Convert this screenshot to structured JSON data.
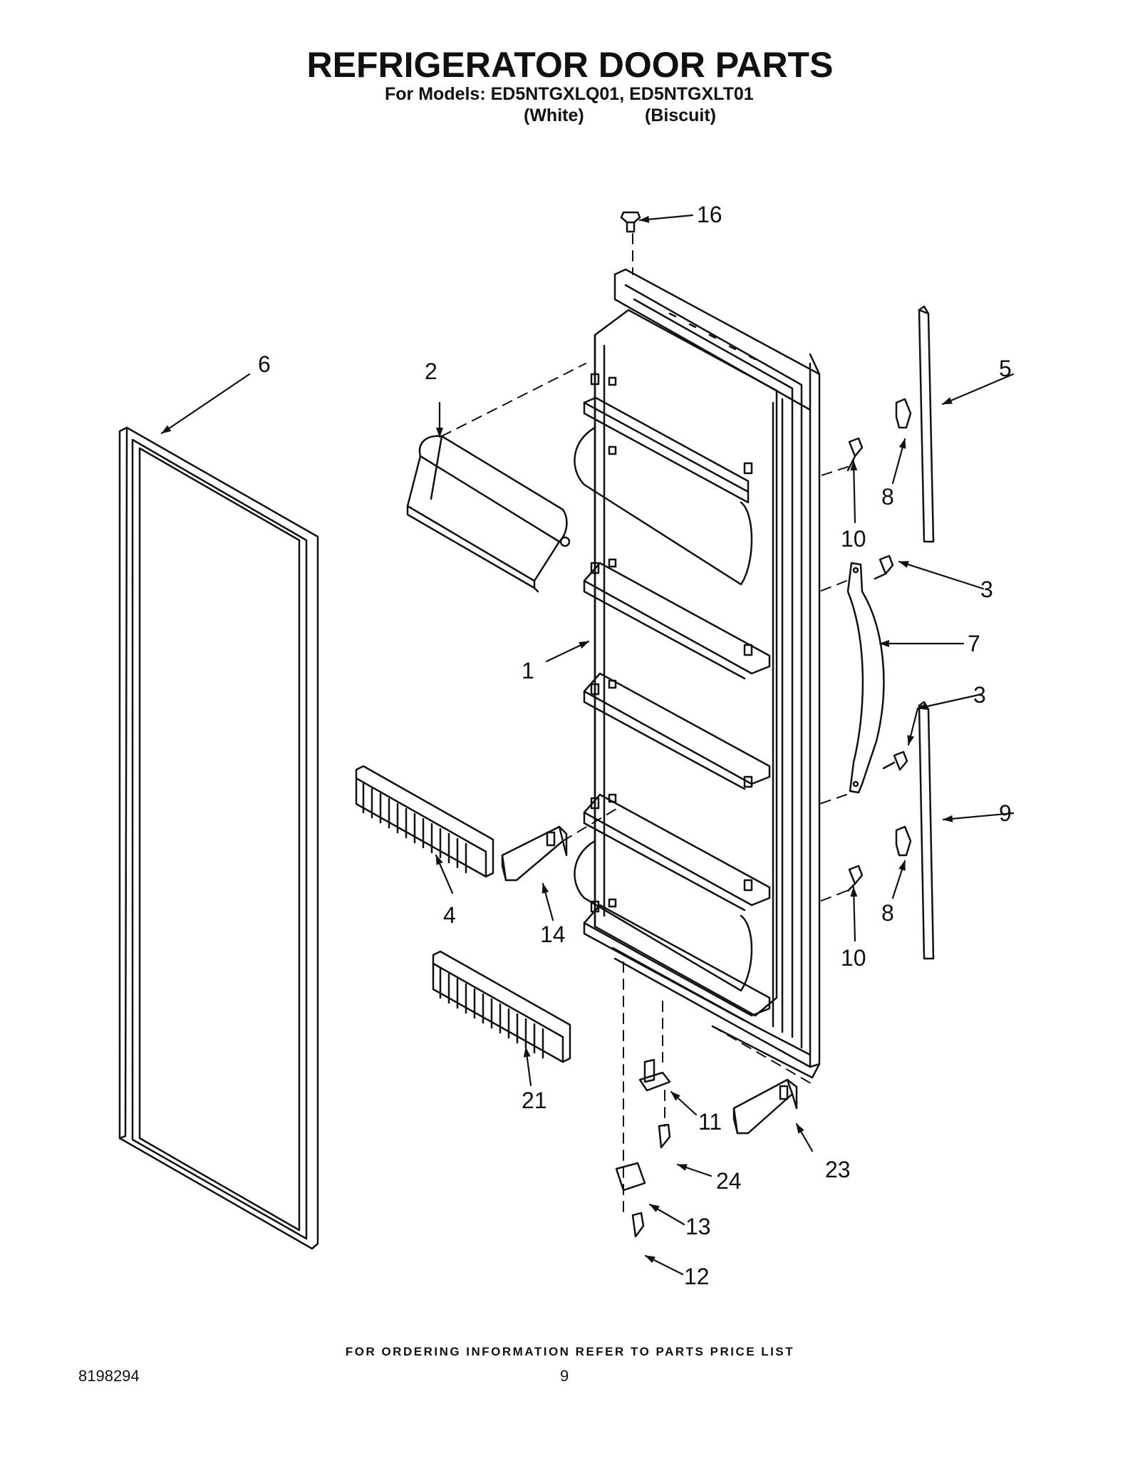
{
  "header": {
    "title": "REFRIGERATOR DOOR PARTS",
    "models_line": "For Models: ED5NTGXLQ01, ED5NTGXLT01",
    "color_1": "(White)",
    "color_2": "(Biscuit)"
  },
  "callouts": {
    "c1": "1",
    "c2": "2",
    "c3a": "3",
    "c3b": "3",
    "c4": "4",
    "c5": "5",
    "c6": "6",
    "c7": "7",
    "c8a": "8",
    "c8b": "8",
    "c9": "9",
    "c10a": "10",
    "c10b": "10",
    "c11": "11",
    "c12": "12",
    "c13": "13",
    "c14": "14",
    "c16": "16",
    "c21": "21",
    "c23": "23",
    "c24": "24"
  },
  "footer": {
    "ordering_note": "FOR ORDERING INFORMATION REFER TO PARTS PRICE LIST",
    "doc_number": "8198294",
    "page_number": "9"
  }
}
